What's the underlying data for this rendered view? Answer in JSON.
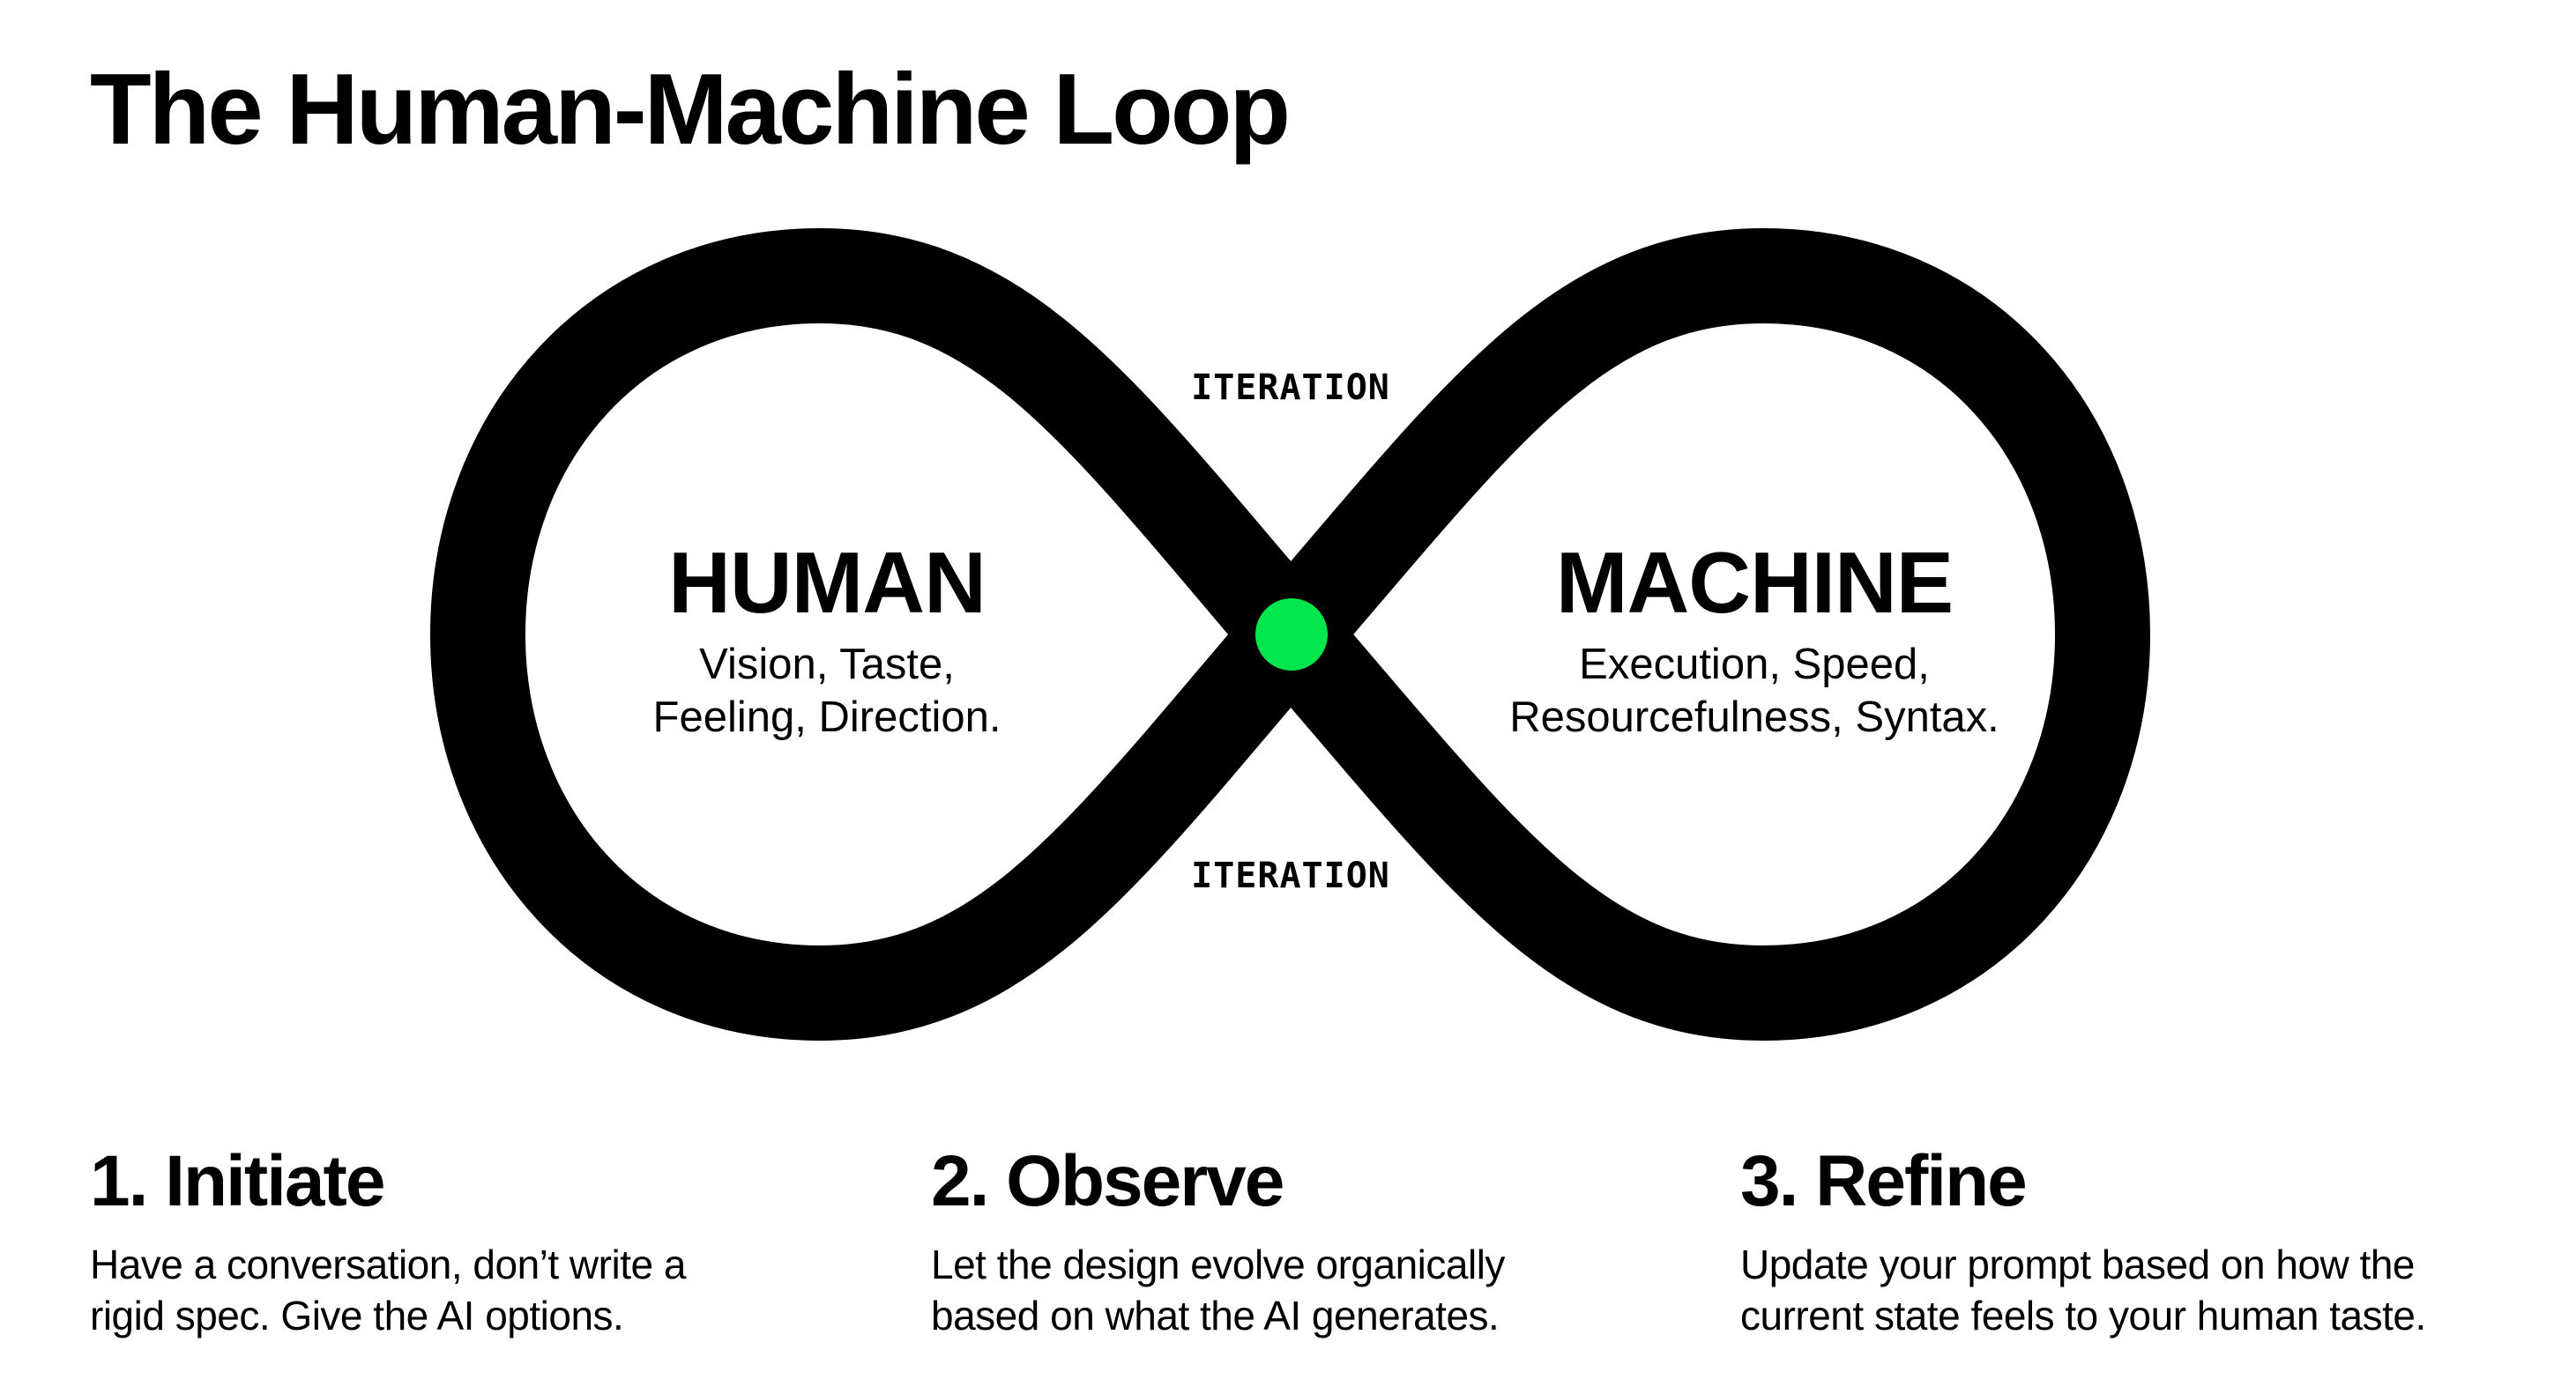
{
  "title": "The Human-Machine Loop",
  "diagram": {
    "shape": "infinity-loop",
    "stroke_color": "#000000",
    "center_dot_color": "#00E64C",
    "iteration_labels": [
      "ITERATION",
      "ITERATION"
    ],
    "nodes": [
      {
        "title": "HUMAN",
        "description_lines": [
          "Vision, Taste,",
          "Feeling, Direction."
        ]
      },
      {
        "title": "MACHINE",
        "description_lines": [
          "Execution, Speed,",
          "Resourcefulness, Syntax."
        ]
      }
    ]
  },
  "steps": [
    {
      "title": "1. Initiate",
      "body_lines": [
        "Have a conversation, don’t write a",
        "rigid spec. Give the AI options."
      ]
    },
    {
      "title": "2. Observe",
      "body_lines": [
        "Let the design evolve organically",
        "based on what the AI generates."
      ]
    },
    {
      "title": "3. Refine",
      "body_lines": [
        "Update your prompt based on how the",
        "current state feels to your human taste."
      ]
    }
  ]
}
